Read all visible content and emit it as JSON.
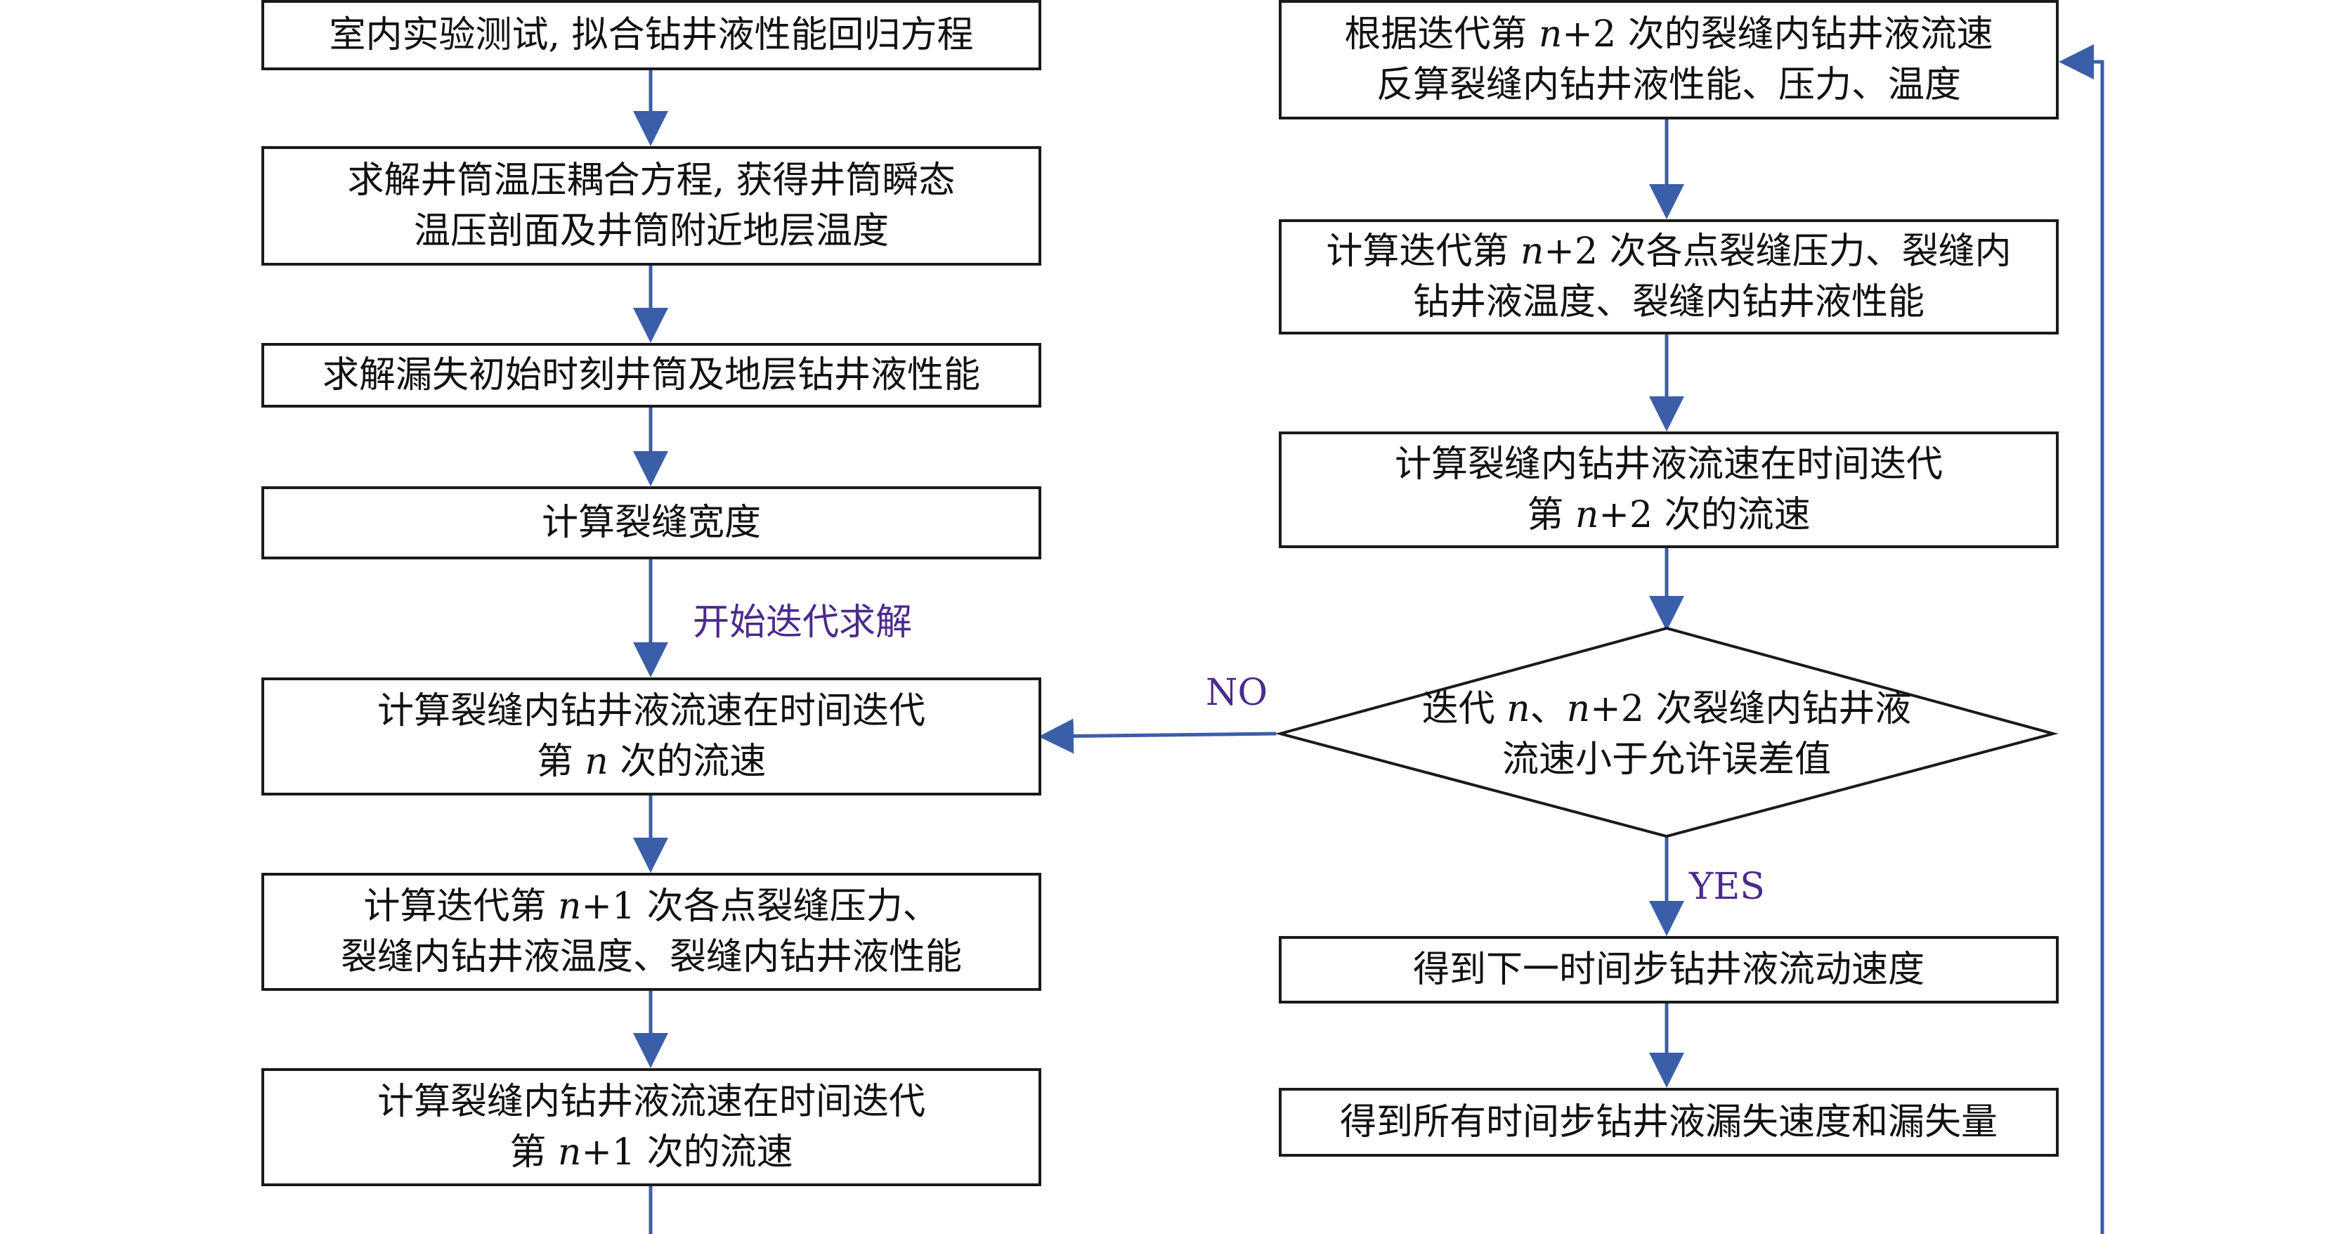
{
  "colors": {
    "arrow": "#3b5ea8",
    "border": "#1a1a1a",
    "label": "#4b2a8c"
  },
  "left": {
    "step1": {
      "line1": "室内实验测试, 拟合钻井液性能回归方程"
    },
    "step2": {
      "line1": "求解井筒温压耦合方程, 获得井筒瞬态",
      "line2": "温压剖面及井筒附近地层温度"
    },
    "step3": {
      "line1": "求解漏失初始时刻井筒及地层钻井液性能"
    },
    "step4": {
      "line1": "计算裂缝宽度"
    },
    "iterate_label": "开始迭代求解",
    "step5": {
      "line1": "计算裂缝内钻井液流速在时间迭代",
      "line2_pre": "第 ",
      "line2_var": "n",
      "line2_post": " 次的流速"
    },
    "step6": {
      "line1_pre": "计算迭代第 ",
      "line1_var": "n",
      "line1_post": "+1 次各点裂缝压力、",
      "line2": "裂缝内钻井液温度、裂缝内钻井液性能"
    },
    "step7": {
      "line1": "计算裂缝内钻井液流速在时间迭代",
      "line2_pre": "第 ",
      "line2_var": "n",
      "line2_post": "+1 次的流速"
    }
  },
  "right": {
    "step1": {
      "line1_pre": "根据迭代第 ",
      "line1_var": "n",
      "line1_post": "+2 次的裂缝内钻井液流速",
      "line2": "反算裂缝内钻井液性能、压力、温度"
    },
    "step2": {
      "line1_pre": "计算迭代第 ",
      "line1_var": "n",
      "line1_post": "+2 次各点裂缝压力、裂缝内",
      "line2": "钻井液温度、裂缝内钻井液性能"
    },
    "step3": {
      "line1": "计算裂缝内钻井液流速在时间迭代",
      "line2_pre": "第 ",
      "line2_var": "n",
      "line2_post": "+2 次的流速"
    },
    "decision": {
      "line1_pre": "迭代 ",
      "line1_var1": "n",
      "line1_mid": "、",
      "line1_var2": "n",
      "line1_post": "+2 次裂缝内钻井液",
      "line2": "流速小于允许误差值"
    },
    "no_label": "NO",
    "yes_label": "YES",
    "step4": {
      "line1": "得到下一时间步钻井液流动速度"
    },
    "step5": {
      "line1": "得到所有时间步钻井液漏失速度和漏失量"
    }
  }
}
